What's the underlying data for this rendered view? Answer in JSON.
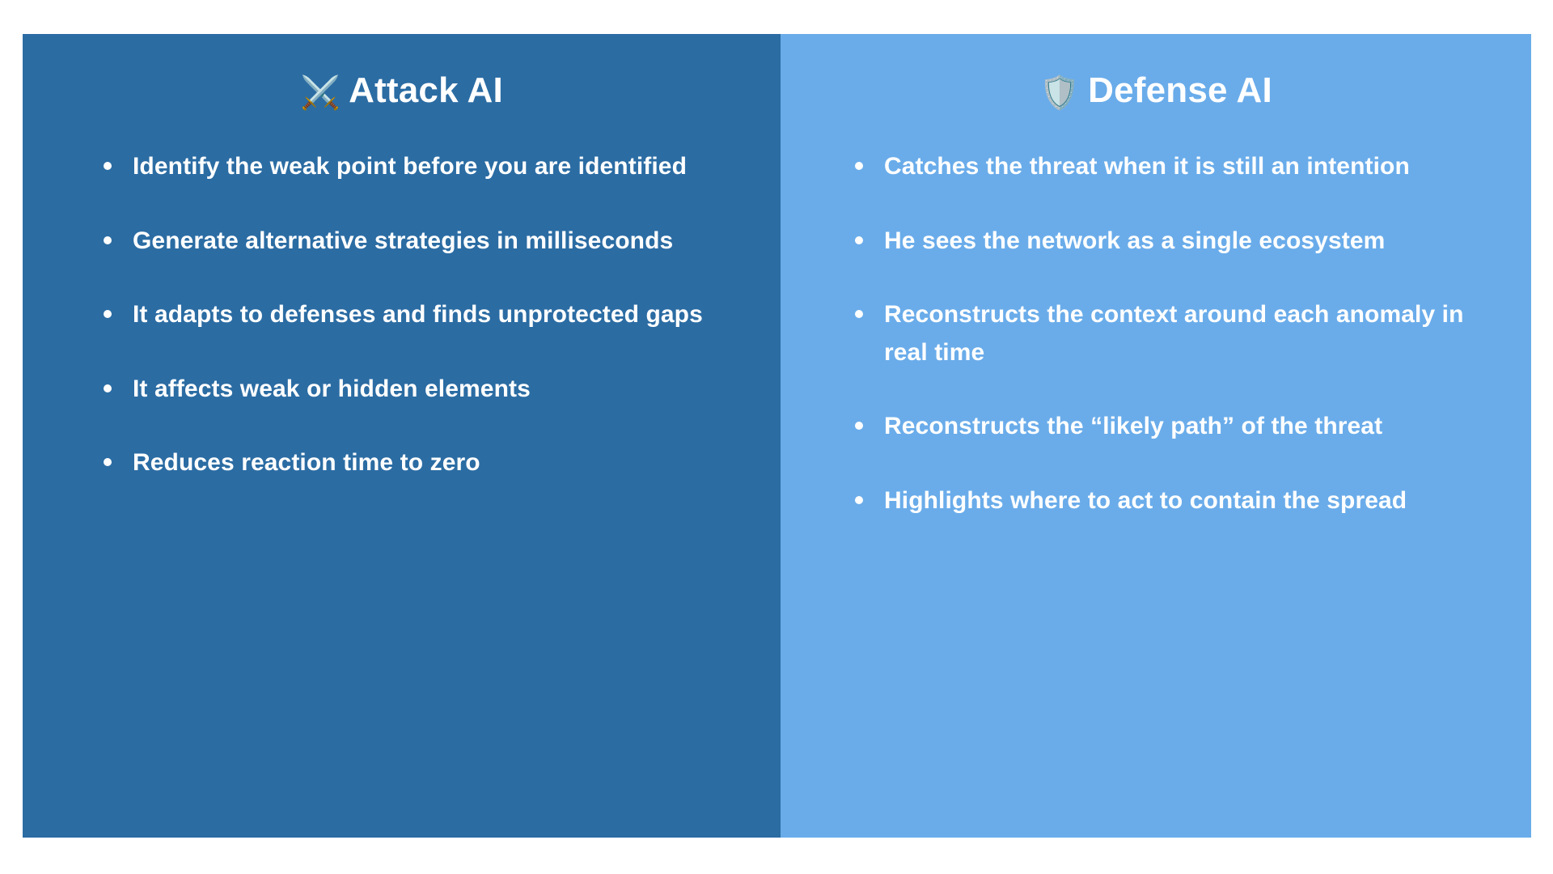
{
  "slide": {
    "background_color": "#ffffff",
    "layout": "two-column-comparison"
  },
  "panels": {
    "attack": {
      "name": "Attack AI",
      "background_color": "#2B6CA3",
      "text_color": "#ffffff",
      "title_emoji": "⚔️",
      "title_emoji_name": "crossed-swords-icon",
      "title": "Attack AI",
      "bullets": [
        "Identify the weak point before you are identified",
        "Generate alternative strategies in milliseconds",
        "It adapts to defenses and finds unprotected gaps",
        "It affects weak or hidden elements",
        "Reduces reaction time to zero"
      ]
    },
    "defense": {
      "name": "Defense AI",
      "background_color": "#6AACEA",
      "text_color": "#ffffff",
      "title_emoji": "🛡️",
      "title_emoji_name": "shield-icon",
      "title": "Defense AI",
      "bullets": [
        "Catches the threat when it is still an intention",
        "He sees the network as a single ecosystem",
        "Reconstructs the context around each anomaly in real time",
        "Reconstructs the “likely path” of the threat",
        "Highlights where to act to contain the spread"
      ]
    }
  }
}
